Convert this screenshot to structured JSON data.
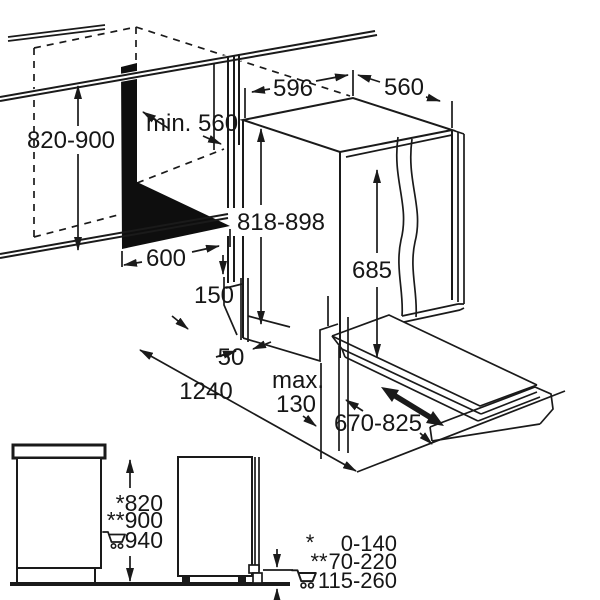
{
  "colors": {
    "background": "#ffffff",
    "line": "#1a1a1a",
    "niche_fill": "#0e0e0e"
  },
  "diagram": {
    "niche": {
      "height": "820-900",
      "depth_min": "min. 560",
      "width": "600",
      "plinth_drop": "150",
      "gap": "50"
    },
    "appliance": {
      "width": "596",
      "depth": "560",
      "height": "818-898",
      "door_ref_height": "685"
    },
    "installation": {
      "front_clearance": "1240",
      "recess_max_prefix": "max.",
      "recess_max_value": "130",
      "furniture_door_height": "670-825"
    },
    "side_view": {
      "height_star": "*820",
      "height_double_star": "**900",
      "height_cart": "940"
    },
    "legend": {
      "rows": [
        {
          "symbol": "*",
          "value": "0-140"
        },
        {
          "symbol": "**",
          "value": "70-220"
        },
        {
          "symbol": "cart-icon",
          "value": "115-260"
        }
      ]
    }
  }
}
